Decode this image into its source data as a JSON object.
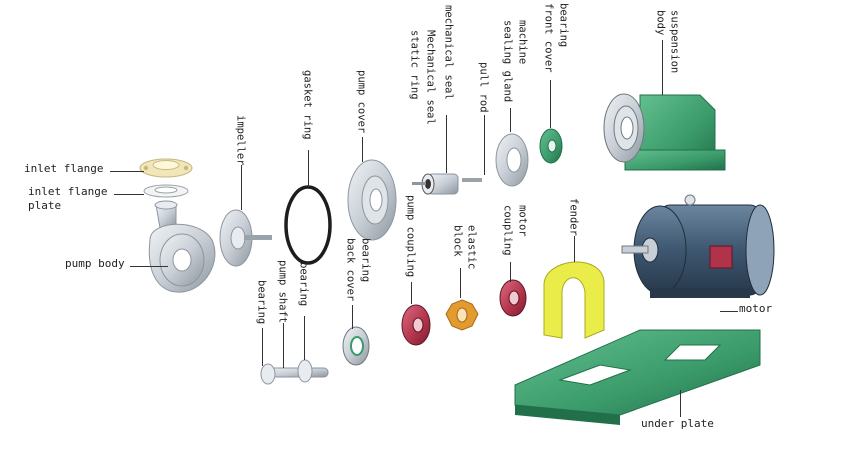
{
  "labels": {
    "inlet_flange": "inlet flange",
    "inlet_flange_plate_1": "inlet flange",
    "inlet_flange_plate_2": "plate",
    "pump_body": "pump body",
    "impeller": "impeller",
    "gasket_ring": "gasket ring",
    "pump_cover": "pump cover",
    "mechanical_seal_static_ring_1": "mechanical seal",
    "mechanical_seal_static_ring_2": "Mechanical seal",
    "mechanical_seal_static_ring_3": "static ring",
    "pull_rod": "pull rod",
    "machine_sealing_gland_1": "machine",
    "machine_sealing_gland_2": "sealing gland",
    "bearing_front_cover_1": "bearing",
    "bearing_front_cover_2": "front cover",
    "suspension_body_1": "suspension",
    "suspension_body_2": "body",
    "bearing_back_cover_1": "bearing",
    "bearing_back_cover_2": "back cover",
    "pump_coupling": "pump coupling",
    "elastic_block_1": "elastic",
    "elastic_block_2": "block",
    "motor_coupling_1": "motor",
    "motor_coupling_2": "coupling",
    "fender": "fender",
    "motor": "motor",
    "bearing_left": "bearing",
    "pump_shaft": "pump shaft",
    "bearing_right": "bearing",
    "under_plate": "under plate"
  },
  "colors": {
    "metal": "#c9cfd6",
    "metal_dark": "#8d969f",
    "green": "#3a9a6a",
    "green_dark": "#22704a",
    "motor_blue": "#3e5770",
    "coupling_red": "#b0334a",
    "elastic_orange": "#e39a2e",
    "fender_yellow": "#eaec4a",
    "flange_cream": "#f1e6b8"
  }
}
